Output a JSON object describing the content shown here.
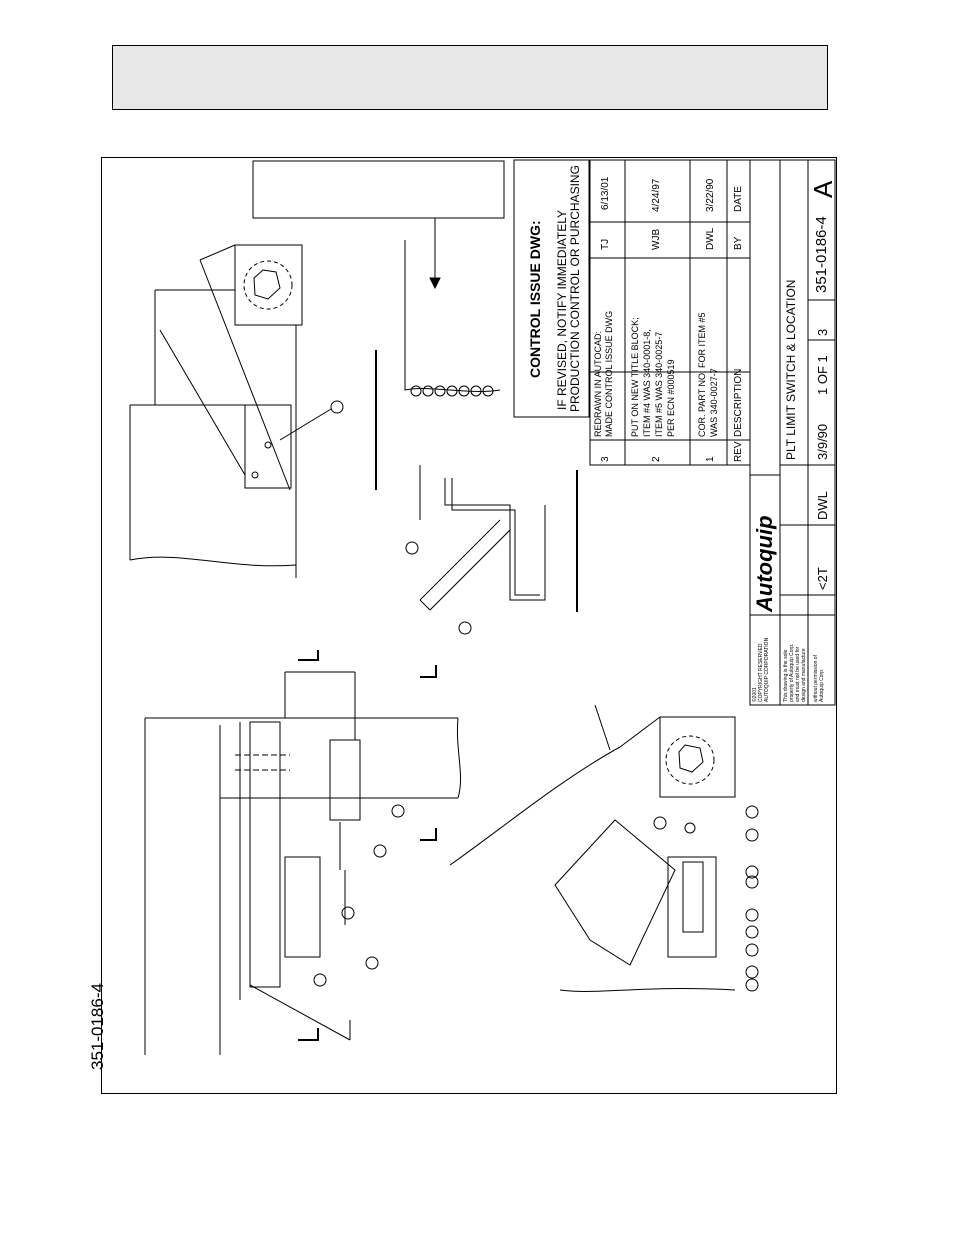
{
  "page_number_label": "351-0186-4",
  "control_notice": {
    "title": "CONTROL ISSUE DWG:",
    "line1": "IF REVISED, NOTIFY IMMEDIATELY",
    "line2": "PRODUCTION CONTROL OR PURCHASING"
  },
  "revisions": {
    "header": {
      "rev": "REV",
      "description": "DESCRIPTION",
      "by": "BY",
      "date": "DATE"
    },
    "rows": [
      {
        "rev": "3",
        "description": [
          "REDRAWN IN AUTOCAD:",
          "MADE CONTROL ISSUE DWG"
        ],
        "by": "TJ",
        "date": "6/13/01"
      },
      {
        "rev": "2",
        "description": [
          "PUT ON NEW TITLE BLOCK;",
          "ITEM #4 WAS 340-0001-8,",
          "ITEM #5 WAS 340-0025-7",
          "PER ECN #000519"
        ],
        "by": "WJB",
        "date": "4/24/97"
      },
      {
        "rev": "1",
        "description": [
          "COR. PART NO. FOR ITEM #5",
          "WAS 340-0027-7"
        ],
        "by": "DWL",
        "date": "3/22/90"
      }
    ]
  },
  "title_block": {
    "company": "Autoquip",
    "drawing_title": "PLT LIMIT SWITCH & LOCATION",
    "drawn_by": "DWL",
    "date": "3/9/90",
    "size": "<2T",
    "sheet": "1 OF 1",
    "rev": "3",
    "drawing_number": "351-0186-4",
    "size_letter": "A",
    "copyright_lines": [
      "©2001",
      "COPYRIGHT RESERVED",
      "AUTOQUIP CORPORATION",
      "This drawing is the sole",
      "property of Autoquip Corp.",
      "and must not be used for",
      "design and manufacture",
      "without permission of",
      "Autoquip Corp."
    ]
  },
  "colors": {
    "header_band": "#e7e7e7",
    "line": "#000000"
  }
}
